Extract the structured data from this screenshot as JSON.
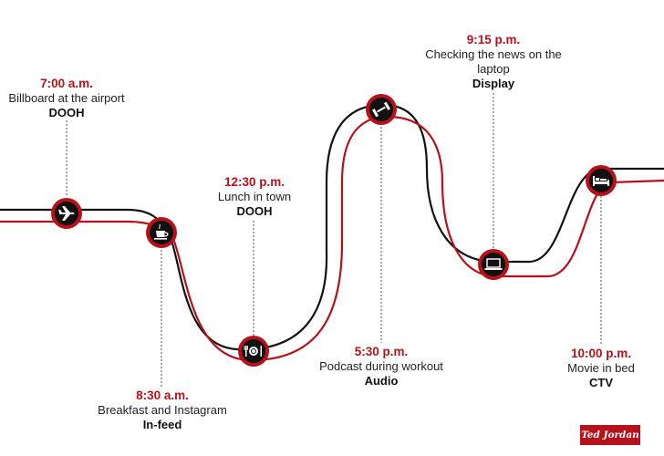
{
  "colors": {
    "accent": "#b5121b",
    "line": "#111111"
  },
  "events": [
    {
      "id": "airport",
      "time": "7:00 a.m.",
      "description": "Billboard at the airport",
      "channel": "DOOH",
      "icon": "airplane-icon"
    },
    {
      "id": "breakfast",
      "time": "8:30 a.m.",
      "description": "Breakfast and Instagram",
      "channel": "In-feed",
      "icon": "coffee-cup-icon"
    },
    {
      "id": "lunch",
      "time": "12:30 p.m.",
      "description": "Lunch in town",
      "channel": "DOOH",
      "icon": "plate-cutlery-icon"
    },
    {
      "id": "workout",
      "time": "5:30 p.m.",
      "description": "Podcast during workout",
      "channel": "Audio",
      "icon": "dumbbell-icon"
    },
    {
      "id": "news",
      "time": "9:15 p.m.",
      "description": "Checking the news on the laptop",
      "channel": "Display",
      "icon": "laptop-icon"
    },
    {
      "id": "movie",
      "time": "10:00 p.m.",
      "description": "Movie in bed",
      "channel": "CTV",
      "icon": "bed-icon"
    }
  ],
  "brand": {
    "text": "Ted Jordan"
  }
}
